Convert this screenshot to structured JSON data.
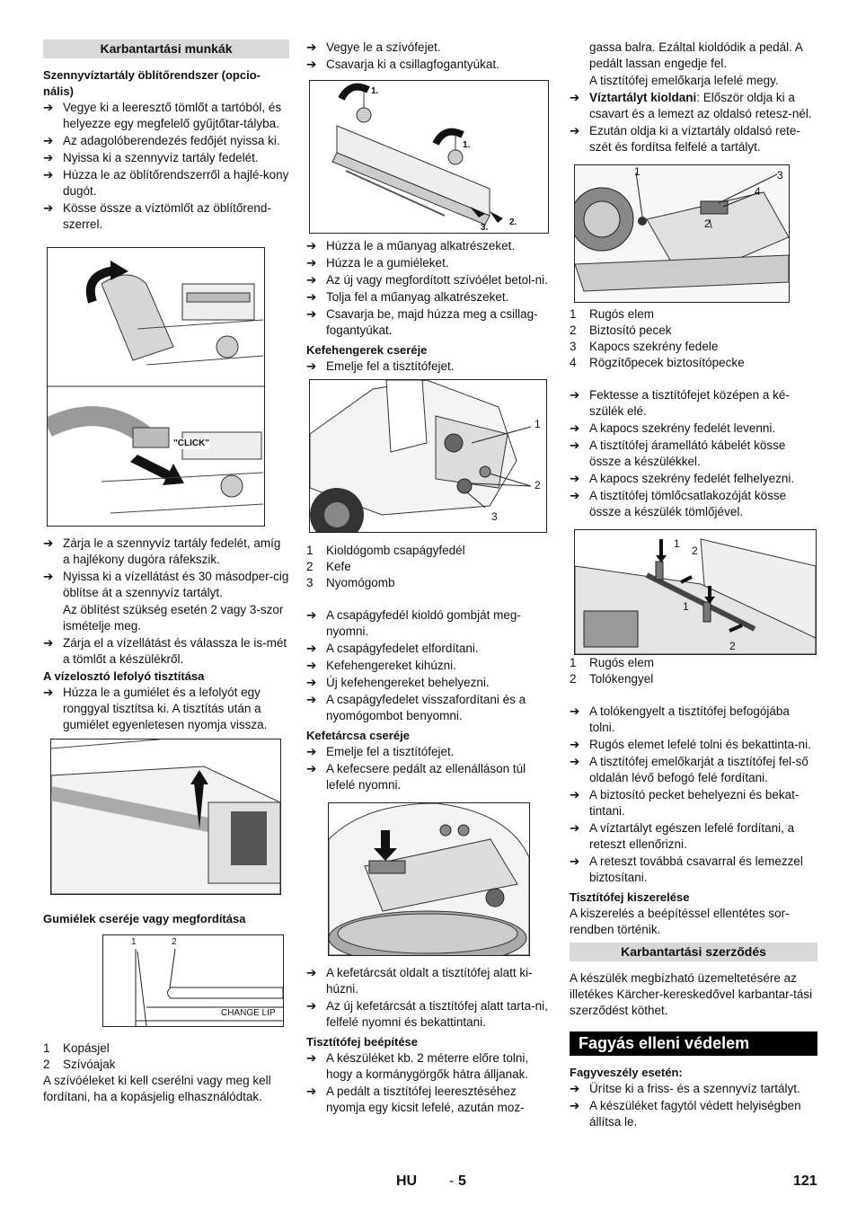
{
  "col1": {
    "maint_heading": "Karbantartási munkák",
    "flush_title": "Szennyvíztartály öblítőrendszer (opcio-nális)",
    "flush_steps": [
      "Vegye ki a leeresztő tömlőt a tartóból, és helyezze egy megfelelő gyűjtőtar-tályba.",
      "Az adagolóberendezés fedőjét nyissa ki.",
      "Nyissa ki a szennyvíz tartály fedelét.",
      "Húzza le az öblítőrendszerről a hajlé-kony dugót.",
      "Kösse össze a víztömlőt az öblítőrend-szerrel."
    ],
    "click_label": "\"CLICK\"",
    "flush_steps2": [
      "Zárja le a szennyvíz tartály fedelét, amíg a hajlékony dugóra ráfekszik.",
      "Nyissa ki a vízellátást és 30 másodper-cig öblítse át a szennyvíz tartályt."
    ],
    "flush_note": "Az öblítést szükség esetén 2 vagy 3-szor ismételje meg.",
    "flush_steps3": [
      "Zárja el a vízellátást és válassza le is-mét a tömlőt a készülékről."
    ],
    "drain_title": "A vízelosztó lefolyó tisztítása",
    "drain_steps": [
      "Húzza le a gumiélet és a lefolyót egy ronggyal tisztítsa ki. A tisztítás után a gumiélet egyenletesen nyomja vissza."
    ],
    "lips_title": "Gumiélek cseréje vagy megfordítása",
    "lip_fig": {
      "n1": "1",
      "n2": "2",
      "change": "CHANGE LIP"
    },
    "lip_legend": [
      {
        "n": "1",
        "t": "Kopásjel"
      },
      {
        "n": "2",
        "t": "Szívóajak"
      }
    ],
    "lips_text": "A szívóéleket ki kell cserélni vagy meg kell fordítani, ha a kopásjelig elhasználódtak."
  },
  "col2": {
    "steps_a": [
      "Vegye le a szívófejet.",
      "Csavarja ki a csillagfogantyúkat."
    ],
    "fig1_labels": [
      "1.",
      "1.",
      "2.",
      "3."
    ],
    "steps_b": [
      "Húzza le a műanyag alkatrészeket.",
      "Húzza le a gumiéleket.",
      "Az új vagy megfordított szívóélet betol-ni.",
      "Tolja fel a műanyag alkatrészeket.",
      "Csavarja be, majd húzza meg a csillag-fogantyúkat."
    ],
    "roller_title": "Kefehengerek cseréje",
    "roller_steps": [
      "Emelje fel a tisztítófejet."
    ],
    "fig2_labels": [
      "1",
      "2",
      "3"
    ],
    "roller_legend": [
      {
        "n": "1",
        "t": "Kioldógomb csapágyfedél"
      },
      {
        "n": "2",
        "t": "Kefe"
      },
      {
        "n": "3",
        "t": "Nyomógomb"
      }
    ],
    "roller_steps2": [
      "A csapágyfedél kioldó gombját meg-nyomni.",
      "A csapágyfedelet elfordítani.",
      "Kefehengereket kihúzni.",
      "Új kefehengereket behelyezni.",
      "A csapágyfedelet visszafordítani és a nyomógombot benyomni."
    ],
    "disc_title": "Kefetárcsa cseréje",
    "disc_steps": [
      "Emelje fel a tisztítófejet.",
      "A kefecsere pedált az ellenálláson túl lefelé nyomni."
    ],
    "disc_steps2": [
      "A kefetárcsát oldalt a tisztítófej alatt ki-húzni.",
      "Az új kefetárcsát a tisztítófej alatt tarta-ni, felfelé nyomni és bekattintani."
    ],
    "install_title": "Tisztítófej beépítése",
    "install_steps": [
      "A készüléket kb. 2 méterre előre tolni, hogy a kormánygörgők hátra álljanak.",
      "A pedált a tisztítófej leeresztéséhez nyomja egy kicsit lefelé, azután moz-"
    ]
  },
  "col3": {
    "cont_text1": "gassa balra. Ezáltal kioldódik a pedál. A pedált lassan engedje fel.",
    "cont_text2": "A tisztítófej emelőkarja lefelé megy.",
    "steps_a": [
      {
        "bold": "Víztartályt kioldani",
        "rest": ": Először oldja ki a csavart és a lemezt az oldalsó retesz-nél."
      },
      {
        "bold": "",
        "rest": "Ezután oldja ki a víztartály oldalsó rete-szét és fordítsa felfelé a tartályt."
      }
    ],
    "fig1_labels": [
      "1",
      "3",
      "4",
      "2"
    ],
    "legend1": [
      {
        "n": "1",
        "t": "Rugós elem"
      },
      {
        "n": "2",
        "t": "Biztosító pecek"
      },
      {
        "n": "3",
        "t": "Kapocs szekrény fedele"
      },
      {
        "n": "4",
        "t": "Rögzítőpecek biztosítópecke"
      }
    ],
    "steps_b": [
      "Fektesse a tisztítófejet középen a ké-szülék elé.",
      "A kapocs szekrény fedelét levenni.",
      "A tisztítófej áramellátó kábelét kösse össze a készülékkel.",
      "A kapocs szekrény fedelét felhelyezni.",
      "A tisztítófej tömlőcsatlakozóját kösse össze a készülék tömlőjével."
    ],
    "fig2_labels": [
      "1",
      "2",
      "1",
      "2"
    ],
    "legend2": [
      {
        "n": "1",
        "t": "Rugós elem"
      },
      {
        "n": "2",
        "t": "Tolókengyel"
      }
    ],
    "steps_c": [
      "A tolókengyelt a tisztítófej befogójába tolni.",
      "Rugós elemet lefelé tolni és bekattinta-ni.",
      "A tisztítófej emelőkarját a tisztítófej fel-ső oldalán lévő befogó felé fordítani.",
      "A biztosító pecket behelyezni és bekat-tintani.",
      "A víztartályt egészen lefelé fordítani, a reteszt ellenőrizni.",
      "A reteszt továbbá csavarral és lemezzel biztosítani."
    ],
    "removal_title": "Tisztítófej kiszerelése",
    "removal_text": "A kiszerelés a beépítéssel ellentétes sor-rendben történik.",
    "contract_heading": "Karbantartási szerződés",
    "contract_text": "A készülék megbízható üzemeltetésére az illetékes Kärcher-kereskedővel karbantar-tási szerződést köthet.",
    "frost_heading": "Fagyás elleni védelem",
    "frost_title": "Fagyveszély esetén:",
    "frost_steps": [
      "Ürítse ki a friss- és a szennyvíz tartályt.",
      "A készüléket fagytól védett helyiségben állítsa le."
    ]
  },
  "footer": {
    "lang": "HU",
    "dash": "-",
    "num": "5",
    "page": "121"
  }
}
